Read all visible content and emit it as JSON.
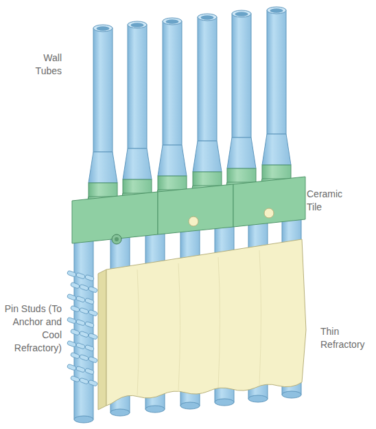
{
  "diagram": {
    "labels": [
      "Wall Tubes",
      "Ceramic Tile",
      "Pin Studs (To Anchor and Cool Refractory)",
      "Thin Refractory"
    ]
  }
}
